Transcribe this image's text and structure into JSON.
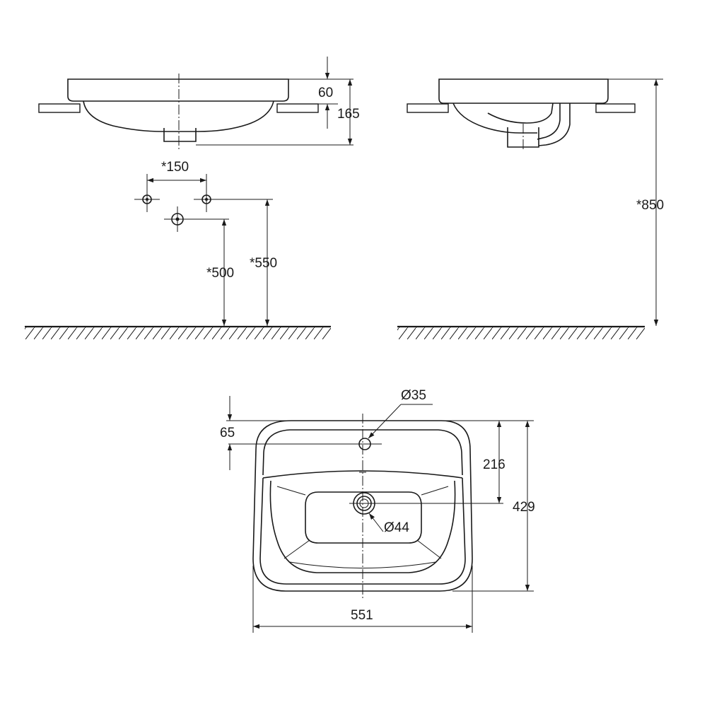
{
  "dimensions": {
    "rim_height": "60",
    "total_depth": "165",
    "tap_spacing": "*150",
    "waste_height": "*500",
    "supply_height": "*550",
    "install_height": "*850",
    "tap_hole": "Ø35",
    "tap_hole_offset": "65",
    "waste_center_offset": "216",
    "basin_depth": "429",
    "waste_hole": "Ø44",
    "basin_width": "551"
  }
}
